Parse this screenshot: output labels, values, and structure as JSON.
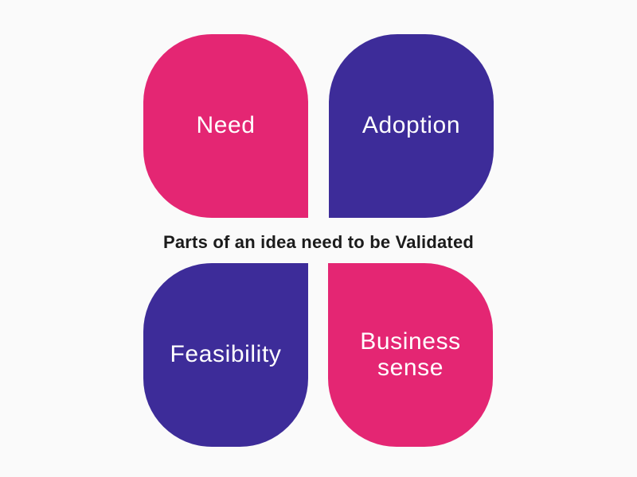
{
  "title": "Parts of an idea need to be Validated",
  "colors": {
    "pink": "#E42673",
    "purple": "#3D2C99",
    "background": "#FAFAFA",
    "title_text": "#1B1B1B",
    "label_text": "#FFFFFF"
  },
  "quadrants": [
    {
      "id": "need",
      "label": "Need",
      "color": "#E42673",
      "position": "top-left"
    },
    {
      "id": "adoption",
      "label": "Adoption",
      "color": "#3D2C99",
      "position": "top-right"
    },
    {
      "id": "feasibility",
      "label": "Feasibility",
      "color": "#3D2C99",
      "position": "bottom-left"
    },
    {
      "id": "business-sense",
      "label": "Business sense",
      "color": "#E42673",
      "position": "bottom-right"
    }
  ]
}
